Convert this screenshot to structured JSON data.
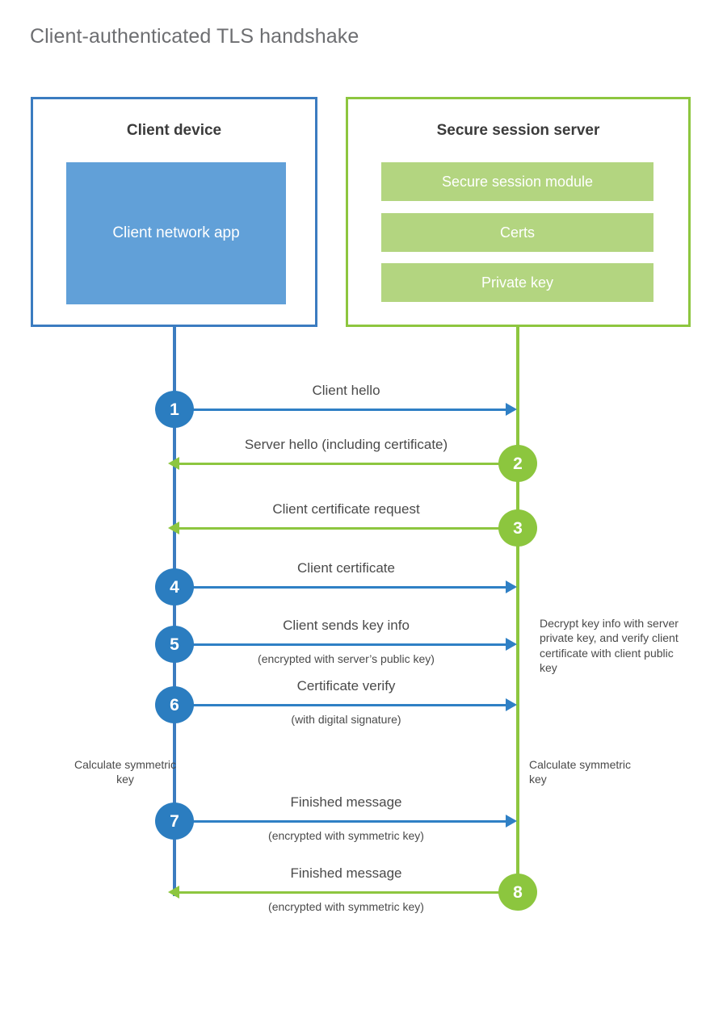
{
  "title": "Client-authenticated TLS handshake",
  "colors": {
    "client_border": "#3b7cc0",
    "client_fill": "#61a0d8",
    "client_arrow": "#2f80c5",
    "client_badge": "#2b7dc0",
    "server_border": "#8dc63f",
    "server_fill": "#b3d580",
    "server_arrow": "#8dc63f",
    "server_badge": "#8cc63e",
    "title_text": "#6d6e71",
    "body_text": "#4a4a4a",
    "background": "#ffffff"
  },
  "actors": {
    "client": {
      "title": "Client device",
      "components": [
        "Client network app"
      ]
    },
    "server": {
      "title": "Secure session server",
      "components": [
        "Secure session module",
        "Certs",
        "Private key"
      ]
    }
  },
  "steps": [
    {
      "number": "1",
      "direction": "client-to-server",
      "label": "Client hello",
      "sublabel": ""
    },
    {
      "number": "2",
      "direction": "server-to-client",
      "label": "Server hello (including certificate)",
      "sublabel": ""
    },
    {
      "number": "3",
      "direction": "server-to-client",
      "label": "Client certificate request",
      "sublabel": ""
    },
    {
      "number": "4",
      "direction": "client-to-server",
      "label": "Client certificate",
      "sublabel": ""
    },
    {
      "number": "5",
      "direction": "client-to-server",
      "label": "Client sends key info",
      "sublabel": "(encrypted with server’s public key)"
    },
    {
      "number": "6",
      "direction": "client-to-server",
      "label": "Certificate verify",
      "sublabel": "(with digital signature)"
    },
    {
      "number": "7",
      "direction": "client-to-server",
      "label": "Finished message",
      "sublabel": "(encrypted with symmetric key)"
    },
    {
      "number": "8",
      "direction": "server-to-client",
      "label": "Finished message",
      "sublabel": "(encrypted with symmetric key)"
    }
  ],
  "notes": {
    "server_decrypt": "Decrypt key info with server private key, and verify client certificate with client public key",
    "calculate_client": "Calculate symmetric key",
    "calculate_server": "Calculate symmetric key"
  }
}
